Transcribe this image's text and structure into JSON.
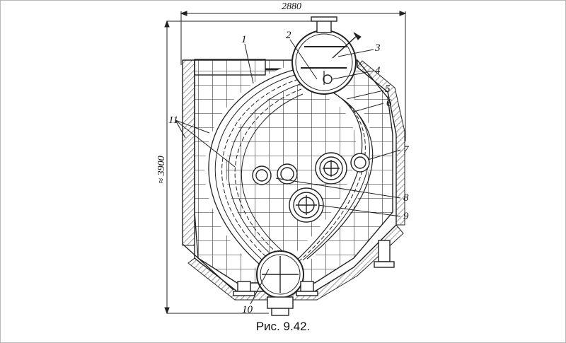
{
  "figure": {
    "caption": "Рис. 9.42.",
    "dimension_width": "2880",
    "dimension_height": "≈ 3900"
  },
  "callouts": [
    {
      "id": "c1",
      "text": "1"
    },
    {
      "id": "c2",
      "text": "2"
    },
    {
      "id": "c3",
      "text": "3"
    },
    {
      "id": "c4",
      "text": "4"
    },
    {
      "id": "c5",
      "text": "5"
    },
    {
      "id": "c6",
      "text": "6"
    },
    {
      "id": "c7",
      "text": "7"
    },
    {
      "id": "c8",
      "text": "8"
    },
    {
      "id": "c9",
      "text": "9"
    },
    {
      "id": "c10",
      "text": "10"
    },
    {
      "id": "c11",
      "text": "11"
    }
  ]
}
